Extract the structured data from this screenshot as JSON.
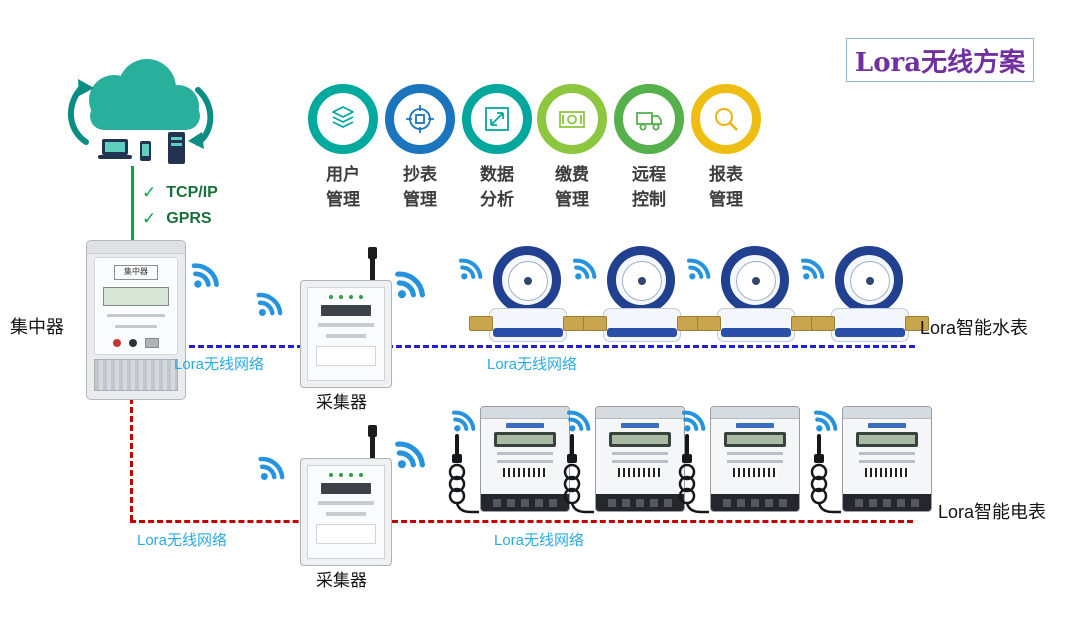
{
  "title": "Lora无线方案",
  "protocol_checks": [
    "TCP/IP",
    "GPRS"
  ],
  "features": [
    {
      "line1": "用户",
      "line2": "管理",
      "color": "#00a99d",
      "icon": "layers-icon"
    },
    {
      "line1": "抄表",
      "line2": "管理",
      "color": "#1b75bc",
      "icon": "meter-dial-icon"
    },
    {
      "line1": "数据",
      "line2": "分析",
      "color": "#00a79d",
      "icon": "data-analysis-icon"
    },
    {
      "line1": "缴费",
      "line2": "管理",
      "color": "#8dc63f",
      "icon": "payment-icon"
    },
    {
      "line1": "远程",
      "line2": "控制",
      "color": "#56b04c",
      "icon": "remote-truck-icon"
    },
    {
      "line1": "报表",
      "line2": "管理",
      "color": "#eebf12",
      "icon": "report-search-icon"
    }
  ],
  "nodes": {
    "concentrator": {
      "label": "集中器",
      "panel_text": "集中器"
    },
    "collector_top": {
      "label": "采集器"
    },
    "collector_bottom": {
      "label": "采集器"
    },
    "water_meters": {
      "label": "Lora智能水表",
      "count": 4
    },
    "electric_meters": {
      "label": "Lora智能电表",
      "count": 4
    }
  },
  "network_labels": {
    "blue_left": "Lora无线网络",
    "blue_right": "Lora无线网络",
    "red_left": "Lora无线网络",
    "red_right": "Lora无线网络"
  },
  "colors": {
    "title_text": "#7030a0",
    "check_green": "#00a650",
    "cloud_teal": "#29b09d",
    "wifi_blue": "#2593dd",
    "blue_line": "#2222cc",
    "red_line": "#c00000",
    "network_label_cyan": "#29abe2"
  }
}
